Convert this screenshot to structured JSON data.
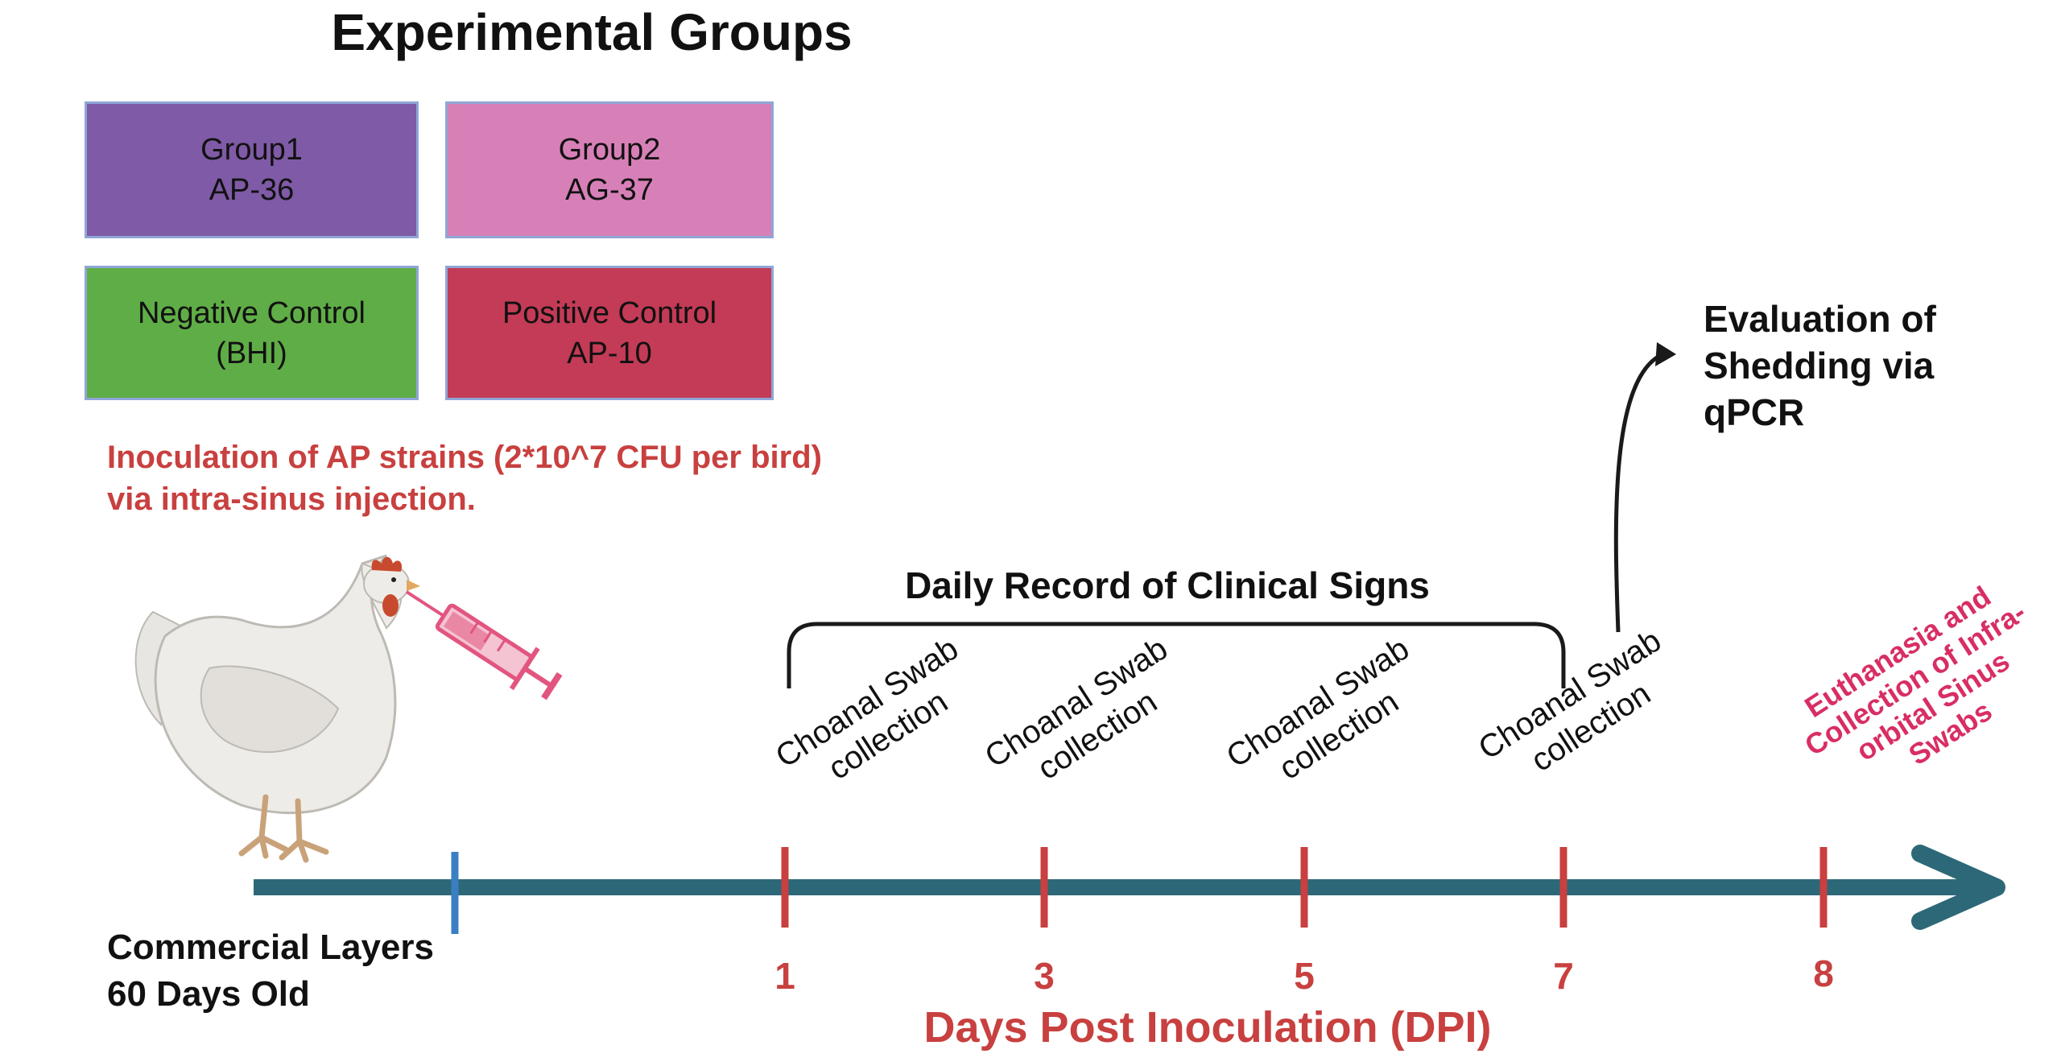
{
  "title": "Experimental Groups",
  "groups": [
    {
      "line1": "Group1",
      "line2": "AP-36",
      "color": "#7f5aa6"
    },
    {
      "line1": "Group2",
      "line2": "AG-37",
      "color": "#d780b8"
    },
    {
      "line1": "Negative Control",
      "line2": "(BHI)",
      "color": "#5fad46"
    },
    {
      "line1": "Positive Control",
      "line2": "AP-10",
      "color": "#c33b56"
    }
  ],
  "inoculation": {
    "line1": "Inoculation of AP strains (2*10^7 CFU per bird)",
    "line2": "via intra-sinus injection."
  },
  "clinical_signs": "Daily Record of  Clinical Signs",
  "evaluation": {
    "line1": "Evaluation of",
    "line2": "Shedding via",
    "line3": "qPCR"
  },
  "swabs": [
    {
      "line1": "Choanal Swab",
      "line2": "collection"
    },
    {
      "line1": "Choanal Swab",
      "line2": "collection"
    },
    {
      "line1": "Choanal Swab",
      "line2": "collection"
    },
    {
      "line1": "Choanal Swab",
      "line2": "collection"
    }
  ],
  "euthanasia": {
    "line1": "Euthanasia and",
    "line2": "Collection of Infra-",
    "line3": "orbital Sinus Swabs"
  },
  "start": {
    "line1": "Commercial Layers",
    "line2": "60 Days Old"
  },
  "days": [
    "1",
    "3",
    "5",
    "7",
    "8"
  ],
  "axis_label": "Days Post Inoculation (DPI)",
  "colors": {
    "timeline": "#2d6878",
    "start_tick": "#3a7fc4",
    "day_tick": "#c8403f",
    "day_label": "#c8403f",
    "euthanasia": "#d82e63",
    "syringe": "#e2557f"
  }
}
